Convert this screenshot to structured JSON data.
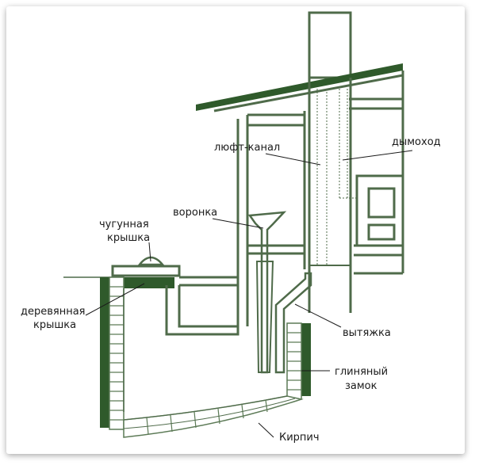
{
  "labels": {
    "luft_kanal": "люфт-канал",
    "dymokhod": "дымоход",
    "voronka": "воронка",
    "chugunnaya_1": "чугунная",
    "chugunnaya_2": "крышка",
    "derevyannaya_1": "деревянная",
    "derevyannaya_2": "крышка",
    "vytyazhka": "вытяжка",
    "glinyany_1": "глиняный",
    "glinyany_2": "замок",
    "kirpich": "Кирпич"
  },
  "colors": {
    "line": "#4f6b4a",
    "fill_dark": "#2f5a2b",
    "brick": "#5c7a56",
    "text": "#1a1a1a"
  }
}
